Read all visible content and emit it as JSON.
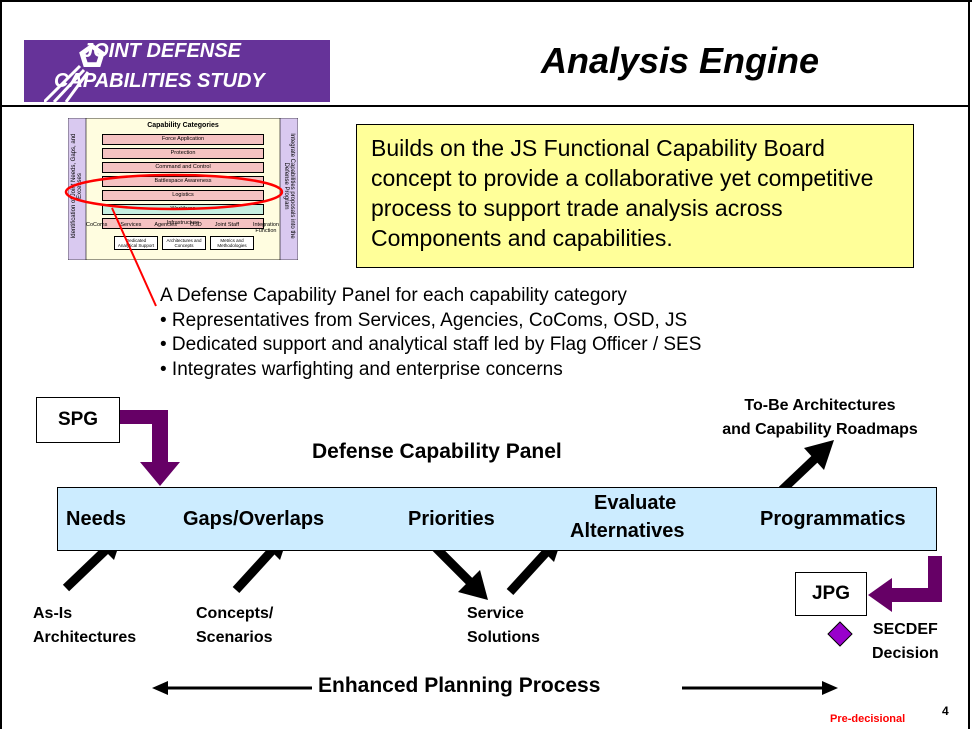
{
  "header": {
    "logo_line1": "JOINT DEFENSE",
    "logo_line2": "CAPABILITIES STUDY",
    "title": "Analysis Engine"
  },
  "thumbnail": {
    "title": "Capability Categories",
    "categories": [
      "Force Application",
      "Protection",
      "Command and Control",
      "Battlespace Awareness",
      "Logistics",
      "Workforce",
      "Infrastructure"
    ],
    "left_side_label": "Identification of Joint Needs, Gaps, and Excesses",
    "right_side_label": "Integrate Capabilities proposals into the Defense Program",
    "columns": [
      "CoComs",
      "Services",
      "Agencies",
      "OSD",
      "Joint Staff",
      "Integration Function"
    ],
    "boxes": [
      "Dedicated Analytical Support",
      "Architectures and Concepts",
      "Metrics and Methodologies"
    ]
  },
  "callout": {
    "text": "Builds on the JS Functional Capability Board concept to provide a collaborative yet competitive process to support trade analysis across Components and capabilities."
  },
  "panel_description": {
    "heading": "A Defense Capability Panel for each capability category",
    "bullets": [
      "• Representatives from Services, Agencies, CoComs, OSD, JS",
      "• Dedicated support and analytical staff led by Flag Officer / SES",
      "• Integrates warfighting and enterprise concerns"
    ]
  },
  "diagram": {
    "spg": "SPG",
    "jpg": "JPG",
    "panel_title": "Defense Capability Panel",
    "steps": [
      "Needs",
      "Gaps/Overlaps",
      "Priorities",
      "Evaluate",
      "Alternatives",
      "Programmatics"
    ],
    "to_be_line1": "To-Be Architectures",
    "to_be_line2": "and Capability Roadmaps",
    "as_is_line1": "As-Is",
    "as_is_line2": "Architectures",
    "concepts_line1": "Concepts/",
    "concepts_line2": "Scenarios",
    "service_line1": "Service",
    "service_line2": "Solutions",
    "secdef_line1": "SECDEF",
    "secdef_line2": "Decision",
    "process_label": "Enhanced Planning Process"
  },
  "footer": {
    "classification": "Pre-decisional",
    "page_number": "4"
  },
  "colors": {
    "logo_purple": "#663399",
    "arrow_purple": "#660066",
    "callout_yellow": "#ffff99",
    "flow_blue": "#ccecff",
    "diamond": "#9900cc",
    "highlight_red": "#ff0000",
    "predecisional_red": "#ff0000"
  }
}
